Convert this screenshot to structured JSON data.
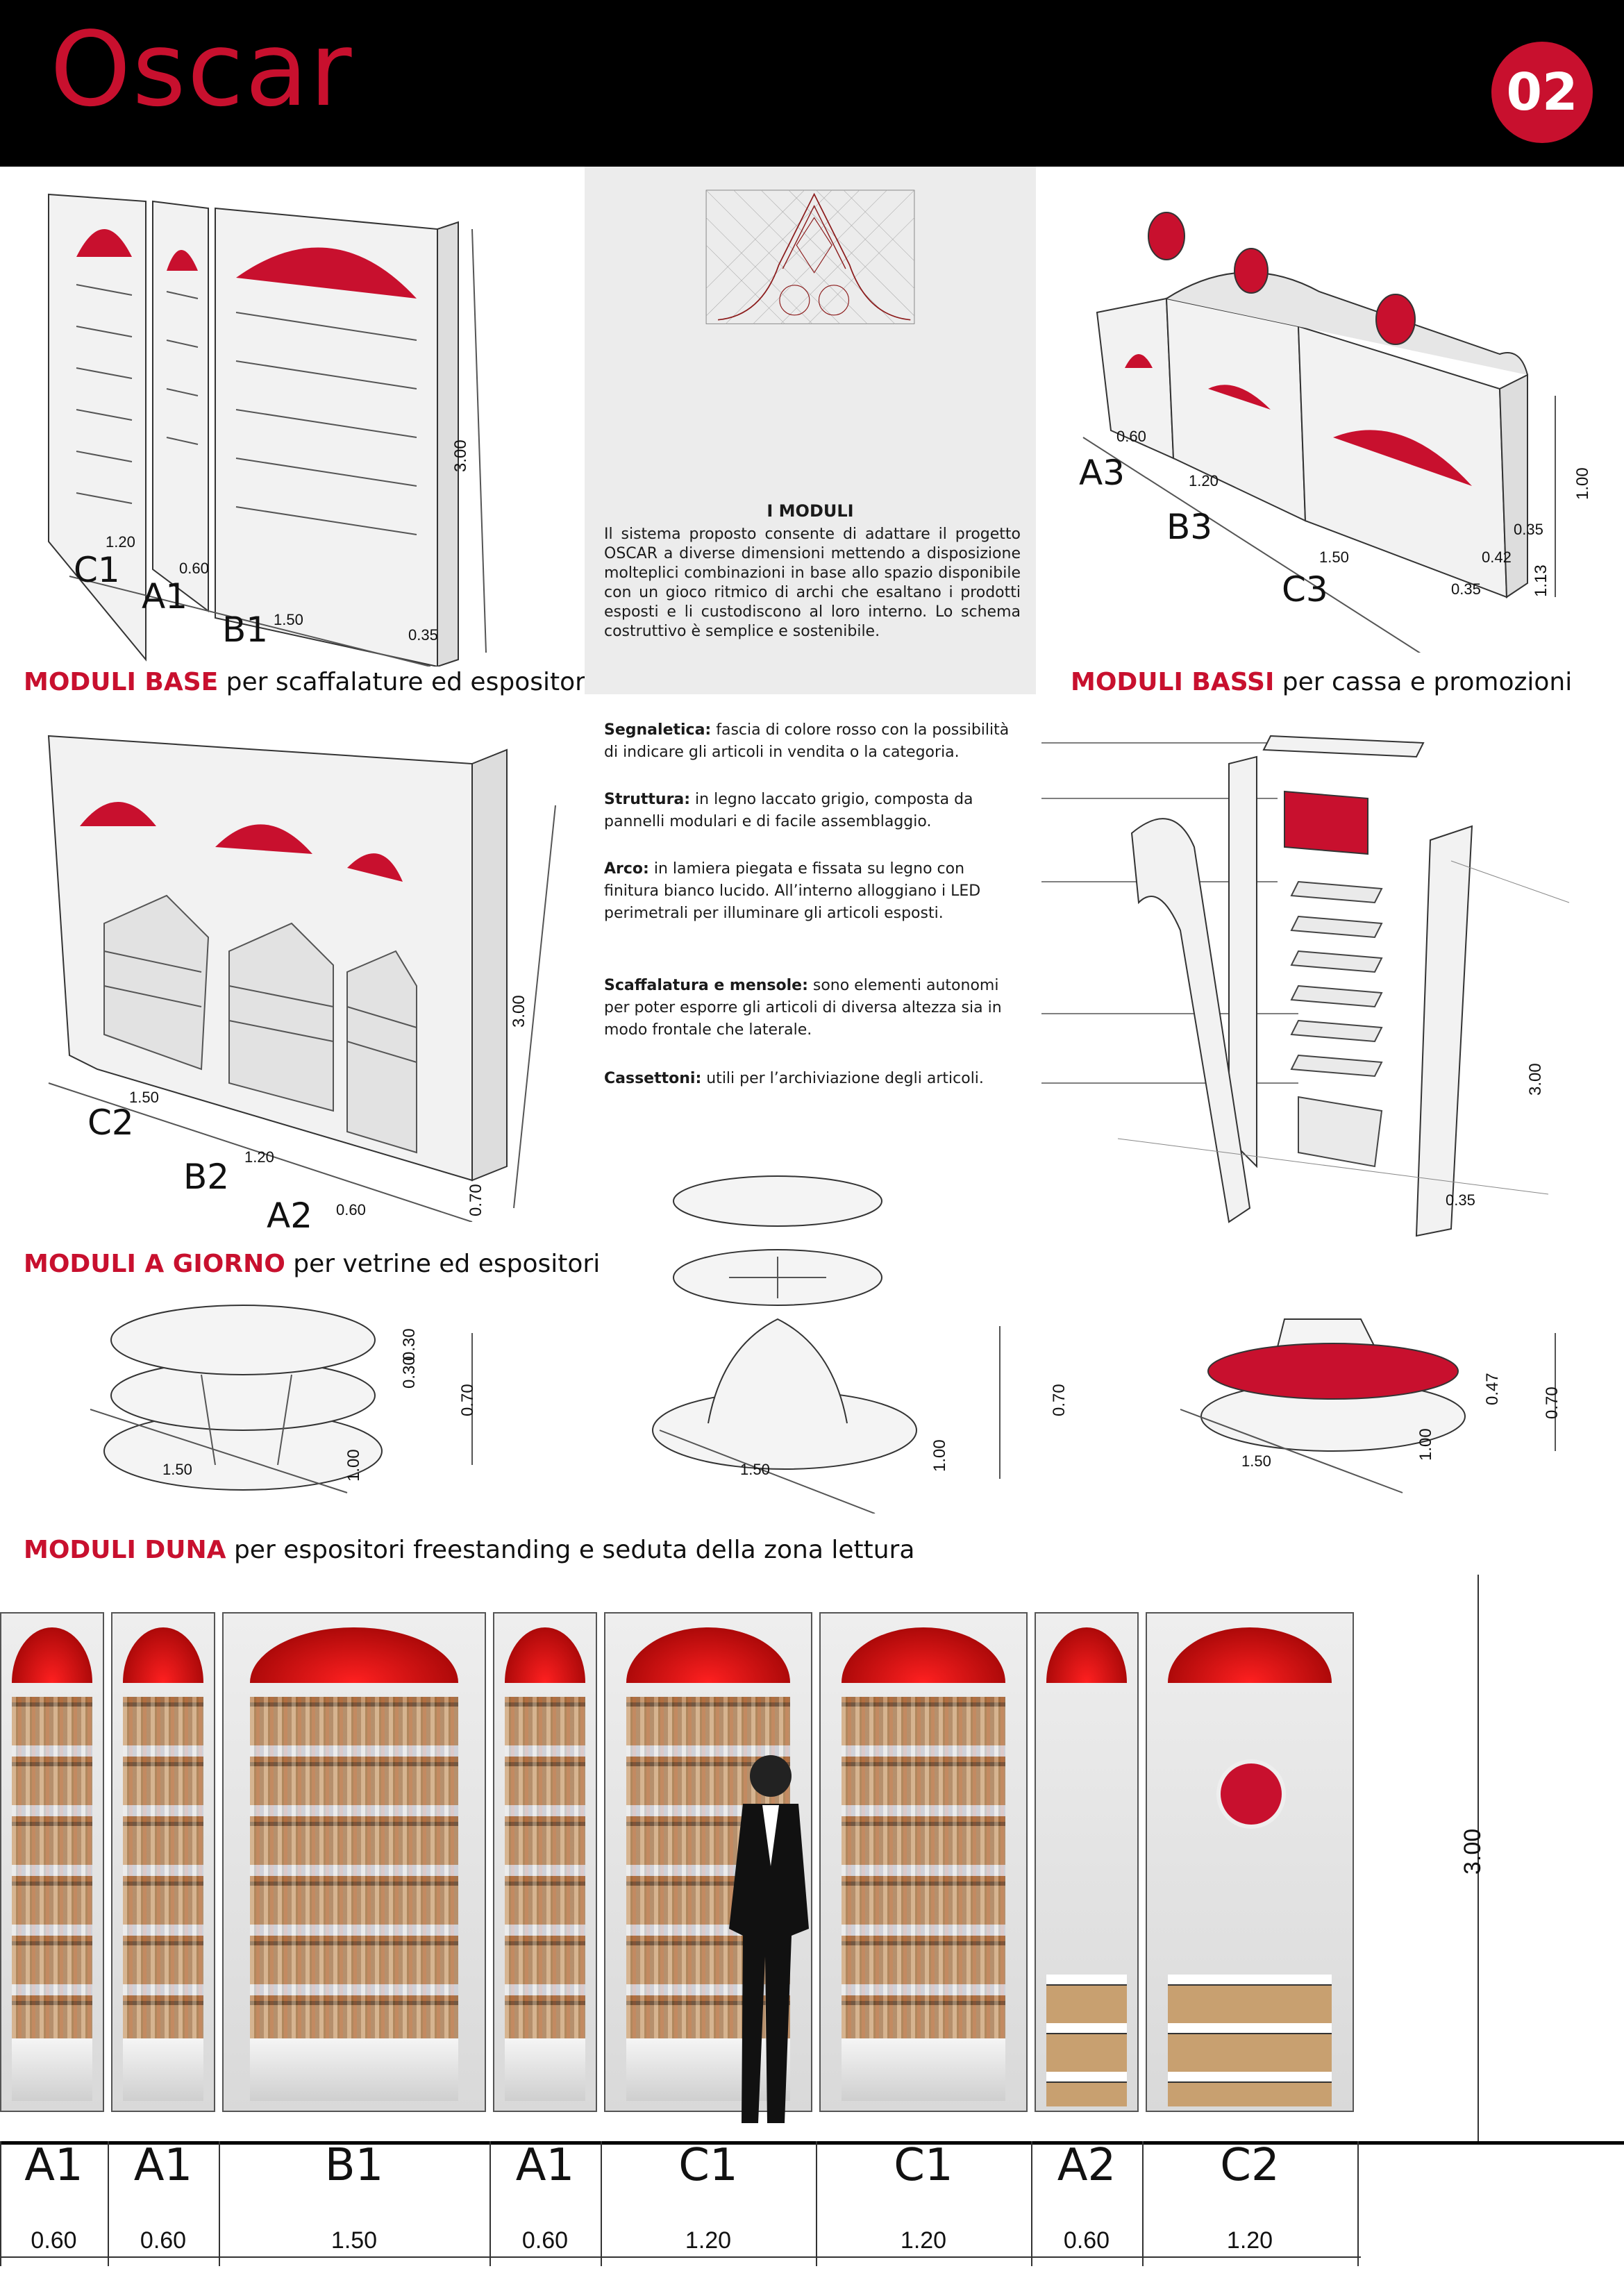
{
  "header": {
    "title": "Oscar",
    "page_number": "02"
  },
  "colors": {
    "accent": "#c8102e",
    "header_bg": "#000000",
    "schema_bg": "#ececec"
  },
  "sections": {
    "base": {
      "caption_highlight": "MODULI BASE",
      "caption_rest": " per scaffalature ed espositori",
      "labels": [
        "C1",
        "A1",
        "B1"
      ],
      "dims": [
        "1.20",
        "0.60",
        "1.50",
        "0.35",
        "3.00"
      ]
    },
    "giorno": {
      "caption_highlight": "MODULI A GIORNO",
      "caption_rest": " per vetrine ed espositori",
      "labels": [
        "C2",
        "B2",
        "A2"
      ],
      "dims": [
        "1.50",
        "1.20",
        "0.60",
        "0.70",
        "3.00"
      ]
    },
    "bassi": {
      "caption_highlight": "MODULI BASSI",
      "caption_rest": " per cassa e promozioni",
      "labels": [
        "A3",
        "B3",
        "C3"
      ],
      "dims": [
        "0.60",
        "1.20",
        "1.50",
        "0.35",
        "0.42",
        "0.35",
        "1.13",
        "1.00"
      ]
    },
    "duna": {
      "caption_highlight": "MODULI DUNA",
      "caption_rest": "  per  espositori freestanding e seduta della zona lettura",
      "dune1": [
        "1.50",
        "1.00",
        "0.30",
        "0.30",
        "0.70"
      ],
      "dune2": [
        "1.50",
        "1.00",
        "0.70"
      ],
      "dune3": [
        "1.50",
        "1.00",
        "0.47",
        "0.70"
      ]
    }
  },
  "schema": {
    "title": "I MODULI",
    "body": "Il sistema proposto consente di adattare il progetto OSCAR a diverse dimensioni mettendo a disposizione molteplici combinazioni in base allo spazio disponibile con un gioco ritmico di archi che esaltano i prodotti esposti e li custodiscono al loro interno. Lo schema costruttivo è semplice e sostenibile."
  },
  "descriptions": [
    {
      "term": "Segnaletica:",
      "text": " fascia di colore rosso con la possibilità di indicare gli articoli in vendita o la categoria."
    },
    {
      "term": "Struttura:",
      "text": " in legno laccato grigio, composta da pannelli modulari e di facile assemblaggio."
    },
    {
      "term": "Arco:",
      "text": " in lamiera piegata e fissata su legno con finitura bianco lucido. All’interno alloggiano i LED perimetrali per illuminare gli articoli esposti."
    },
    {
      "term": "Scaffalatura e mensole:",
      "text": " sono elementi autonomi per poter esporre gli articoli di diversa altezza sia in modo frontale che laterale."
    },
    {
      "term": "Cassettoni:",
      "text": " utili per l’archiviazione degli articoli."
    }
  ],
  "exploded": {
    "dims": [
      "3.00",
      "0.35"
    ]
  },
  "elevation": {
    "height": "3.00",
    "modules": [
      {
        "label": "A1",
        "width": "0.60"
      },
      {
        "label": "A1",
        "width": "0.60"
      },
      {
        "label": "B1",
        "width": "1.50"
      },
      {
        "label": "A1",
        "width": "0.60"
      },
      {
        "label": "C1",
        "width": "1.20"
      },
      {
        "label": "C1",
        "width": "1.20"
      },
      {
        "label": "A2",
        "width": "0.60"
      },
      {
        "label": "C2",
        "width": "1.20"
      }
    ]
  }
}
